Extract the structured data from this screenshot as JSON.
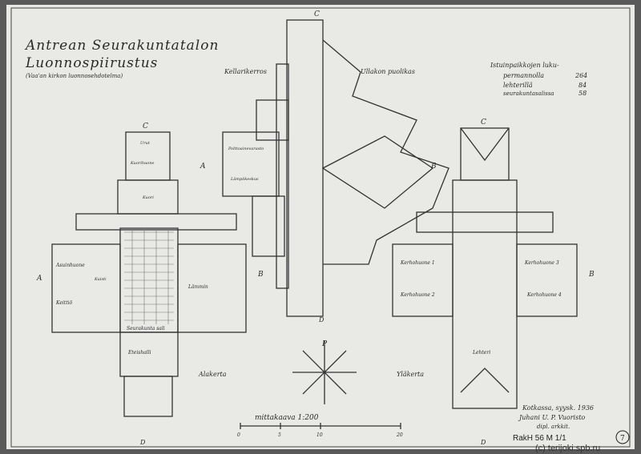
{
  "title": {
    "line1": "Antrean Seurakuntatalon",
    "line2": "Luonnospiirustus",
    "subtitle": "(Vaa'an kirkon luonnosehdotelma)"
  },
  "plans": {
    "basement": "Kellarikerros",
    "ground": "Alakerta",
    "upper": "Yläkerta",
    "roof": "Ullakon puolikas"
  },
  "rooms": {
    "ground": [
      "Asuinhuone",
      "Keittiö",
      "Kuisti",
      "Seurakunta sali",
      "Eteishalli",
      "Lämmin"
    ],
    "basement": [
      "Polttoainevarasto",
      "Lämpökeskus"
    ],
    "upper": [
      "Kerhohuone 1",
      "Kerhohuone 2",
      "Kerhohuone 3",
      "Kerhohuone 4",
      "Lehteri"
    ],
    "tower": [
      "Urut",
      "Kuorihuone",
      "Kuori"
    ]
  },
  "section_marks": {
    "a": "A",
    "b": "B",
    "c": "C",
    "d": "D"
  },
  "seats": {
    "heading": "Istuinpaikkojen luku-",
    "rows": [
      {
        "label": "permannolla",
        "value": "264"
      },
      {
        "label": "lehterillä",
        "value": "84"
      },
      {
        "label": "seurakuntasalissa",
        "value": "58"
      }
    ]
  },
  "scale": {
    "label": "mittakaava 1:200",
    "ticks": [
      "0",
      "5",
      "10",
      "20"
    ]
  },
  "signature": {
    "place_date": "Kotkassa, syysk. 1936",
    "name": "Juhani U. P. Vuoristo",
    "title": "dipl. arkkit."
  },
  "archive": {
    "ref": "RakH 56 M 1/1",
    "sheet_no": "7",
    "watermark": "(c) terijoki.spb.ru"
  },
  "compass": {
    "north": "P"
  }
}
